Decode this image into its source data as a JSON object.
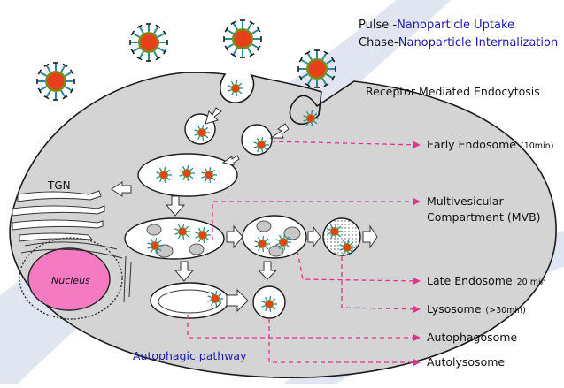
{
  "header": {
    "pulse_prefix": "Pulse -",
    "pulse_text": "Nanoparticle Uptake",
    "chase_prefix": "Chase-",
    "chase_text": "Nanoparticle Internalization",
    "subtitle": "Receptor Mediated Endocytosis"
  },
  "cell_labels": {
    "tgn": "TGN",
    "nucleus": "Nucleus",
    "autophagic": "Autophagic pathway"
  },
  "stages": [
    {
      "label": "Early Endosome",
      "time": "(10min)"
    },
    {
      "label": "Multivesicular",
      "label2": "Compartment (MVB)",
      "time": ""
    },
    {
      "label": "Late Endosome",
      "time": "20 min"
    },
    {
      "label": "Lysosome",
      "time": "(>30min)"
    },
    {
      "label": "Autophagosome",
      "time": ""
    },
    {
      "label": "Autolysosome",
      "time": ""
    }
  ],
  "colors": {
    "cell_fill": "#d4d4d4",
    "nucleus": "#f47ac2",
    "arrow": "#e0338a",
    "nanoparticle_core": "#e8401a",
    "nanoparticle_shell": "#7b8c1c",
    "ligand": "#2a8a9a",
    "title_blue": "#1a1aaa",
    "bg_streak": "#c8d0e6"
  }
}
